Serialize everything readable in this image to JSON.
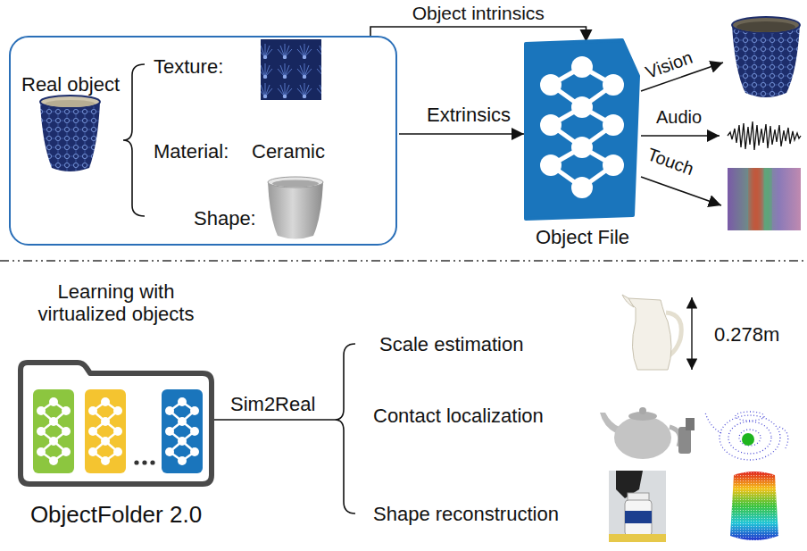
{
  "diagram": {
    "nodes": [
      {
        "text": [
          "Real object",
          "Texture:",
          "Material:",
          "Ceramic",
          "Shape:"
        ]
      },
      {
        "text": [
          "Object File"
        ]
      },
      {
        "text": [
          "Learning with virtualized objects",
          "ObjectFolder 2.0"
        ]
      }
    ],
    "edges": [
      {
        "from": 0,
        "to": 1,
        "label": "Object intrinsics",
        "arrow": "to"
      }
    ],
    "labels": [
      "Extrinsics",
      "Vision",
      "Audio",
      "Touch",
      "Sim2Real",
      "Scale estimation",
      "Contact localization",
      "Shape reconstruction",
      "0.278m"
    ]
  }
}
